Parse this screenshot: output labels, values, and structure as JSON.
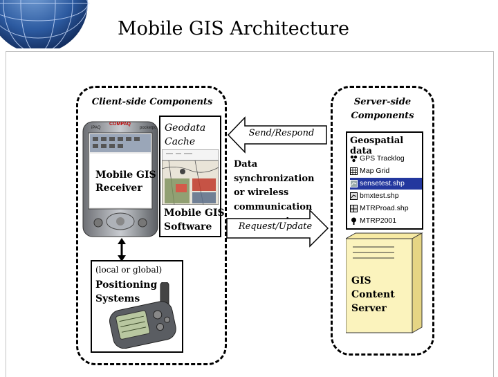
{
  "slide_title": "Mobile GIS Architecture",
  "client": {
    "heading_line1": "Client-side Components",
    "receiver_label": [
      "Mobile GIS",
      "Receiver"
    ],
    "device_brand": "COMPAQ",
    "device_model": "iPAQ",
    "device_pocketpc": "pocketpc",
    "cache_label": [
      "Geodata",
      "Cache"
    ],
    "software_label": [
      "Mobile GIS",
      "Software"
    ],
    "positioning_label": [
      "(local or global)",
      "Positioning",
      "Systems"
    ]
  },
  "middle": {
    "send_label": "Send/Respond",
    "request_label": "Request/Update",
    "component_text": [
      "Data synchronization",
      "or wireless",
      "communication",
      "component"
    ]
  },
  "server": {
    "heading": [
      "Server-side",
      "Components"
    ],
    "geospatial_title": "Geospatial data",
    "files": [
      {
        "name": "GPS Tracklog",
        "icon": "tracklog-icon",
        "selected": false
      },
      {
        "name": "Map Grid",
        "icon": "grid-icon",
        "selected": false
      },
      {
        "name": "sensetest.shp",
        "icon": "shapefile-icon",
        "selected": true
      },
      {
        "name": "bmxtest.shp",
        "icon": "shapefile-icon",
        "selected": false
      },
      {
        "name": "MTRProad.shp",
        "icon": "shapefile-icon",
        "selected": false
      },
      {
        "name": "MTRP2001",
        "icon": "pin-icon",
        "selected": false
      }
    ],
    "content_server_label": [
      "GIS",
      "Content",
      "Server"
    ]
  },
  "colors": {
    "selection": "#23379e",
    "server_cabinet": "#fbf3bd",
    "globe": "#1c3f7a"
  }
}
